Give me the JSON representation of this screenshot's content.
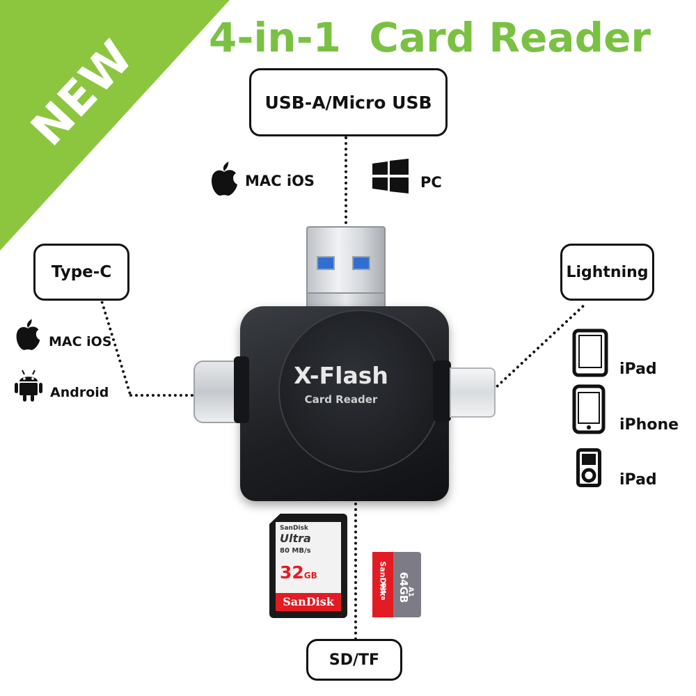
{
  "ribbon": {
    "text": "NEW",
    "color": "#8cc63f"
  },
  "headline": {
    "text": "4-in-1  Card Reader",
    "color": "#7ac143"
  },
  "connectors": {
    "top": "USB-A/Micro USB",
    "left": "Type-C",
    "right": "Lightning",
    "bottom": "SD/TF"
  },
  "top_os": [
    {
      "icon": "apple-icon",
      "label": "MAC iOS"
    },
    {
      "icon": "windows-icon",
      "label": "PC"
    }
  ],
  "left_os": [
    {
      "icon": "apple-icon",
      "label": "MAC iOS"
    },
    {
      "icon": "android-icon",
      "label": "Android"
    }
  ],
  "right_devices": [
    {
      "icon": "ipad-icon",
      "label": "iPad"
    },
    {
      "icon": "iphone-icon",
      "label": "iPhone"
    },
    {
      "icon": "ipod-icon",
      "label": "iPad"
    }
  ],
  "device": {
    "brand": "X-Flash",
    "subtitle": "Card Reader"
  },
  "sd_card": {
    "maker_small": "SanDisk",
    "line": "Ultra",
    "speed": "80 MB/s",
    "capacity": "32",
    "unit": "GB",
    "maker": "SanDisk",
    "accent": "#e31b23"
  },
  "tf_card": {
    "maker": "SanDisk",
    "line": "Ultra",
    "capacity": "64GB",
    "marks": "A1"
  }
}
